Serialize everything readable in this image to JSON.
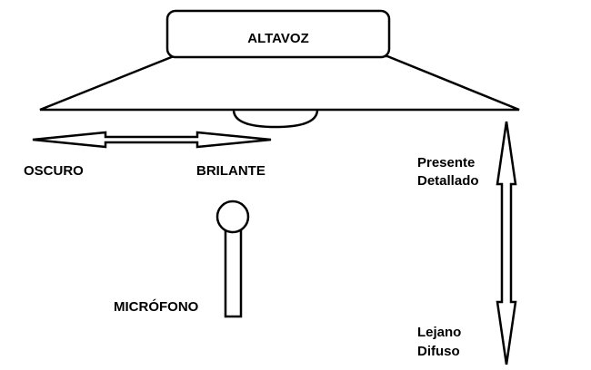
{
  "labels": {
    "speaker": "ALTAVOZ",
    "dark": "OSCURO",
    "bright": "BRILANTE",
    "present_1": "Presente",
    "present_2": "Detallado",
    "far_1": "Lejano",
    "far_2": "Difuso",
    "microphone": "MICRÓFONO"
  }
}
